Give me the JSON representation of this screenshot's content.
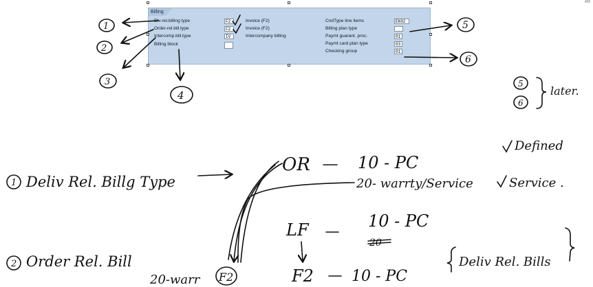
{
  "corner_text": "488",
  "panel": {
    "title": "Billing",
    "left": [
      {
        "label": "Dlv-rel.billing type",
        "value": "F2"
      },
      {
        "label": "Order-rel.bill.type",
        "value": "F2"
      },
      {
        "label": "Intercomp.bill.type",
        "value": "IV"
      },
      {
        "label": "Billing block",
        "value": ""
      }
    ],
    "descriptions": [
      "Invoice (F2)",
      "Invoice (F2)",
      "Intercompany billing"
    ],
    "right": [
      {
        "label": "CndType line items",
        "value": "EK02"
      },
      {
        "label": "Billing plan type",
        "value": ""
      },
      {
        "label": "Paymt guarant. proc.",
        "value": "01"
      },
      {
        "label": "Paymt card plan type",
        "value": "03"
      },
      {
        "label": "Checking group",
        "value": "01"
      }
    ]
  },
  "handwriting": {
    "num1": "1",
    "num2": "2",
    "num3": "3",
    "num4": "4",
    "num5": "5",
    "num6": "6",
    "later_a": "5",
    "later_b": "6",
    "later_word": "later.",
    "row1_label": "Deliv Rel. Billg Type",
    "or": "OR",
    "or_10": "10 - PC",
    "or_20": "20- warrty/Service",
    "defined": "Defined",
    "service": "Service .",
    "lf": "LF",
    "lf_10": "10 - PC",
    "lf_20": "20",
    "f2": "F2",
    "f2_10": "10 - PC",
    "deliv_rel_bills": "Deliv Rel. Bills",
    "row2_label": "Order Rel. Bill",
    "bottom_warr": "20-warr",
    "bottom_f2": "F2"
  }
}
